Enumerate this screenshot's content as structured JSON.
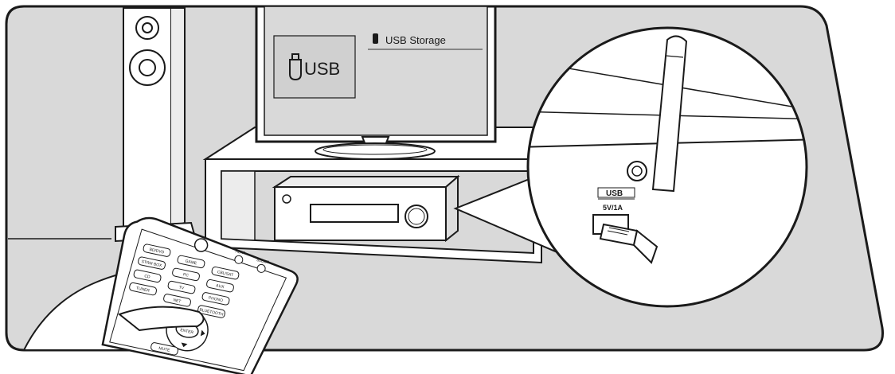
{
  "tv_screen": {
    "tile_label": "USB",
    "list_item": "USB Storage"
  },
  "port_callout": {
    "port_name": "USB",
    "port_rating": "5V/1A"
  },
  "remote": {
    "buttons": [
      "BD/DVD",
      "GAME",
      "CBL/SAT",
      "STRM BOX",
      "PC",
      "AUX",
      "CD",
      "TV",
      "PHONO",
      "TUNER",
      "NET",
      "BLUETOOTH",
      "ENTER",
      "MUTE"
    ],
    "top_labels": [
      "HDMI",
      "SLEEP"
    ]
  },
  "colors": {
    "background": "#d9d9d9",
    "line": "#1a1a1a",
    "white": "#ffffff",
    "shade": "#bfbfbf"
  }
}
